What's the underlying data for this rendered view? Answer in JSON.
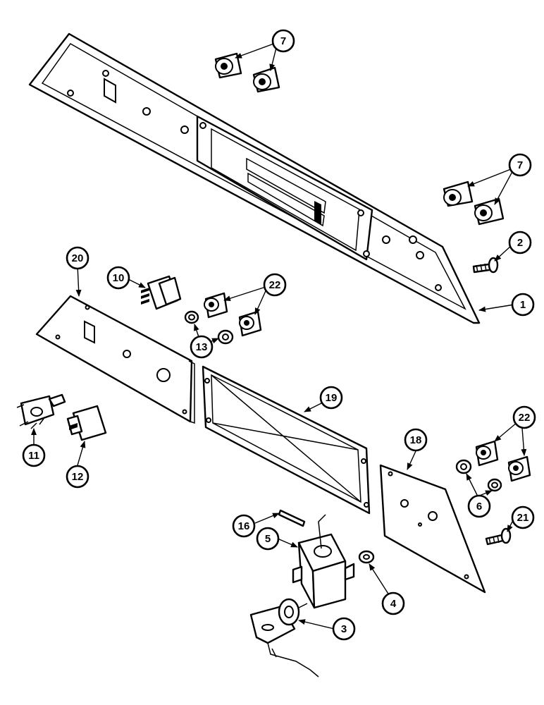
{
  "callouts": [
    {
      "id": "c1",
      "label": "1"
    },
    {
      "id": "c2",
      "label": "2"
    },
    {
      "id": "c3",
      "label": "3"
    },
    {
      "id": "c4",
      "label": "4"
    },
    {
      "id": "c5",
      "label": "5"
    },
    {
      "id": "c6",
      "label": "6"
    },
    {
      "id": "c7a",
      "label": "7"
    },
    {
      "id": "c7b",
      "label": "7"
    },
    {
      "id": "c10",
      "label": "10"
    },
    {
      "id": "c11",
      "label": "11"
    },
    {
      "id": "c12",
      "label": "12"
    },
    {
      "id": "c13",
      "label": "13"
    },
    {
      "id": "c16",
      "label": "16"
    },
    {
      "id": "c18",
      "label": "18"
    },
    {
      "id": "c19",
      "label": "19"
    },
    {
      "id": "c20",
      "label": "20"
    },
    {
      "id": "c21",
      "label": "21"
    },
    {
      "id": "c22a",
      "label": "22"
    },
    {
      "id": "c22b",
      "label": "22"
    }
  ]
}
